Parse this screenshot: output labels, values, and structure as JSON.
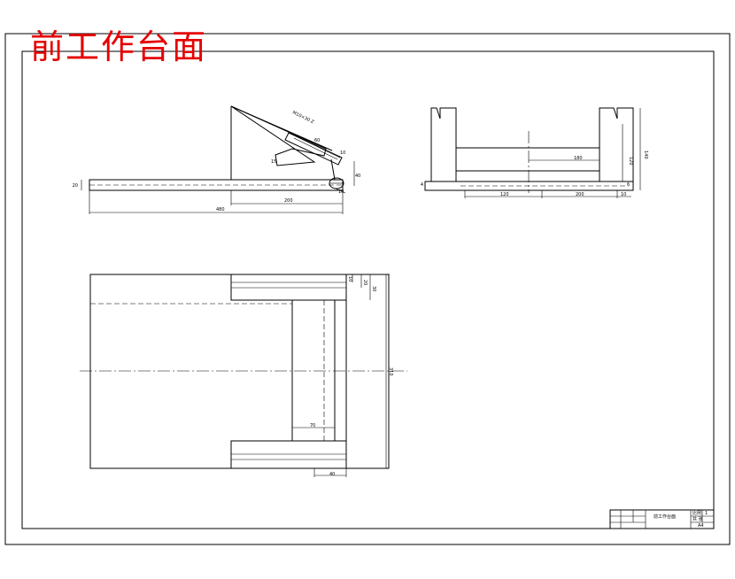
{
  "title": "前工作台面",
  "side_view": {
    "dims": {
      "base_height": "20",
      "horizontal_span": "200",
      "total_length": "480",
      "slot_length": "60",
      "slot_depth": "10",
      "arm_height": "40",
      "pin": "15",
      "small": "10",
      "bolt_spec": "M10×30 Z"
    }
  },
  "end_view": {
    "dims": {
      "inner_length": "180",
      "height": "120",
      "total_height": "140",
      "left": "120",
      "right": "200",
      "edge": "10",
      "thickness": "4",
      "side": "6"
    }
  },
  "plan_view": {
    "dims": {
      "slot_width": "10",
      "slot_height": "20",
      "offset": "30",
      "overall_width": "310",
      "rib_width": "70",
      "flange": "40"
    }
  },
  "title_block": {
    "drawing_name": "前工作台面",
    "scale_label": "比例",
    "scale_value": "1",
    "sheet_label": "共 张",
    "sheet_no": "A4"
  }
}
